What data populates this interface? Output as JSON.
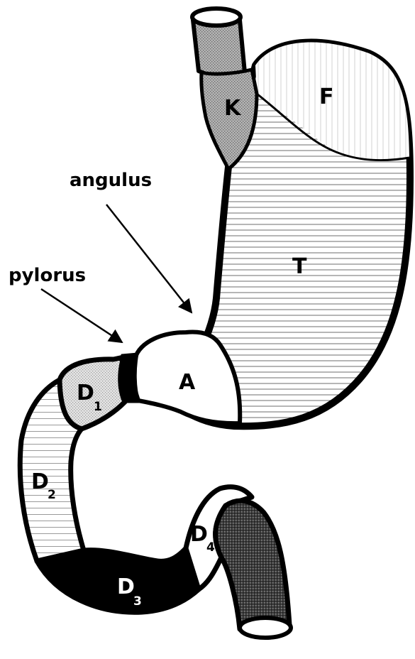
{
  "callouts": {
    "angulus": "angulus",
    "pylorus": "pylorus"
  },
  "regions": {
    "kardia": "K",
    "fundus": "F",
    "body": "T",
    "antrum": "A"
  },
  "duodenum": {
    "d1": {
      "letter": "D",
      "sub": "1"
    },
    "d2": {
      "letter": "D",
      "sub": "2"
    },
    "d3": {
      "letter": "D",
      "sub": "3"
    },
    "d4": {
      "letter": "D",
      "sub": "4"
    }
  },
  "colors": {
    "outline": "#000000",
    "kardia_fill": "#b4b4b4",
    "fundus_fill": "#ffffff",
    "body_fill": "#ffffff",
    "body_lines": "#6e6e6e",
    "d1_fill": "#d6d6d6",
    "d3_fill": "#000000",
    "jejunum_fill": "#3c3c3c"
  }
}
